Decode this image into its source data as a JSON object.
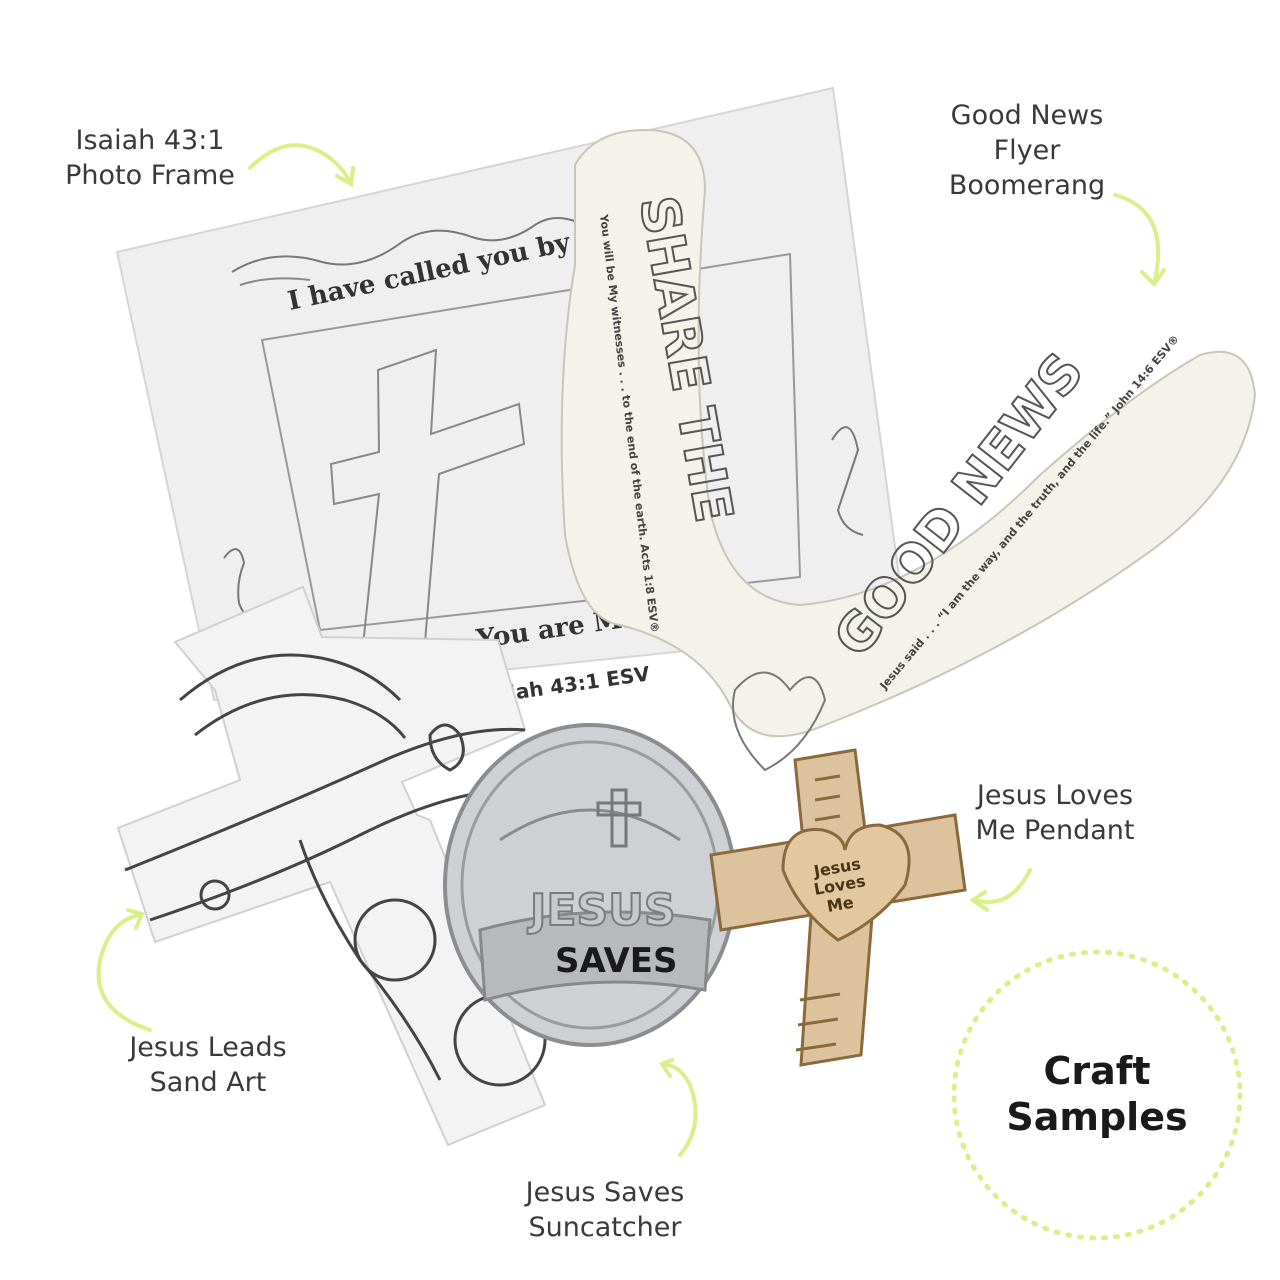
{
  "labels": {
    "photo_frame": [
      "Isaiah 43:1",
      "Photo Frame"
    ],
    "boomerang": [
      "Good News",
      "Flyer",
      "Boomerang"
    ],
    "pendant": [
      "Jesus Loves",
      "Me Pendant"
    ],
    "sand_art": [
      "Jesus Leads",
      "Sand Art"
    ],
    "suncatcher": [
      "Jesus Saves",
      "Suncatcher"
    ]
  },
  "badge": [
    "Craft",
    "Samples"
  ],
  "frame_text": {
    "top": "I have called you by",
    "bottom": "You are Mine",
    "ref": "iah 43:1 ESV"
  },
  "boomerang_text": {
    "left_word": "SHARE THE",
    "right_word": "GOOD NEWS",
    "left_verse": "You will be My witnesses . . . to the end of the earth. Acts 1:8 ESV®",
    "right_verse": "Jesus said . . . “I am the way, and the truth, and the life.” John 14:6 ESV®"
  },
  "suncatcher_text": {
    "line1": "JESUS",
    "line2": "SAVES"
  },
  "pendant_text": [
    "Jesus",
    "Loves",
    "Me"
  ],
  "colors": {
    "accent": "#d9f08a",
    "wood": "#d8c09a",
    "wood_dark": "#8a6a3c",
    "paper": "#efefef",
    "boomerang": "#f4f2ea"
  }
}
